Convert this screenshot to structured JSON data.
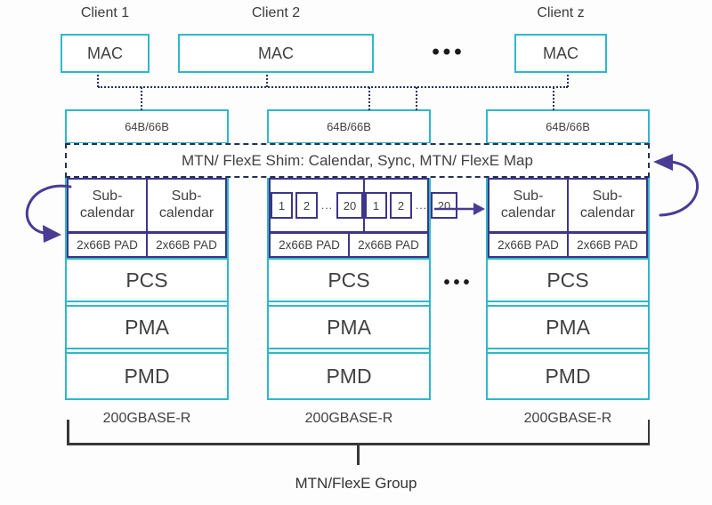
{
  "colors": {
    "cyan_border": "#2eb8ca",
    "purple_border": "#3e3589",
    "navy_dashed": "#272f58",
    "arrow_purple": "#4a3c92",
    "text": "#414141"
  },
  "clients": [
    {
      "label": "Client 1",
      "mac_label": "MAC"
    },
    {
      "label": "Client 2",
      "mac_label": "MAC"
    },
    {
      "label": "Client z",
      "mac_label": "MAC"
    }
  ],
  "ellipsis_top": "•••",
  "ellipsis_mid": "•••",
  "shim_label": "MTN/ FlexE Shim: Calendar, Sync, MTN/ FlexE Map",
  "stacks": [
    {
      "encoding": "64B/66B",
      "sub_calendars": [
        "Sub-calendar",
        "Sub-calendar"
      ],
      "pads": [
        "2x66B PAD",
        "2x66B PAD"
      ],
      "layers": [
        "PCS",
        "PMA",
        "PMD"
      ],
      "phy_label": "200GBASE-R"
    },
    {
      "encoding": "64B/66B",
      "slot_groups": [
        [
          "1",
          "2",
          "...",
          "20"
        ],
        [
          "1",
          "2",
          "...",
          "20"
        ]
      ],
      "pads": [
        "2x66B PAD",
        "2x66B PAD"
      ],
      "layers": [
        "PCS",
        "PMA",
        "PMD"
      ],
      "phy_label": "200GBASE-R"
    },
    {
      "encoding": "64B/66B",
      "sub_calendars": [
        "Sub-calendar",
        "Sub-calendar"
      ],
      "pads": [
        "2x66B PAD",
        "2x66B PAD"
      ],
      "layers": [
        "PCS",
        "PMA",
        "PMD"
      ],
      "phy_label": "200GBASE-R"
    }
  ],
  "group_label": "MTN/FlexE Group"
}
